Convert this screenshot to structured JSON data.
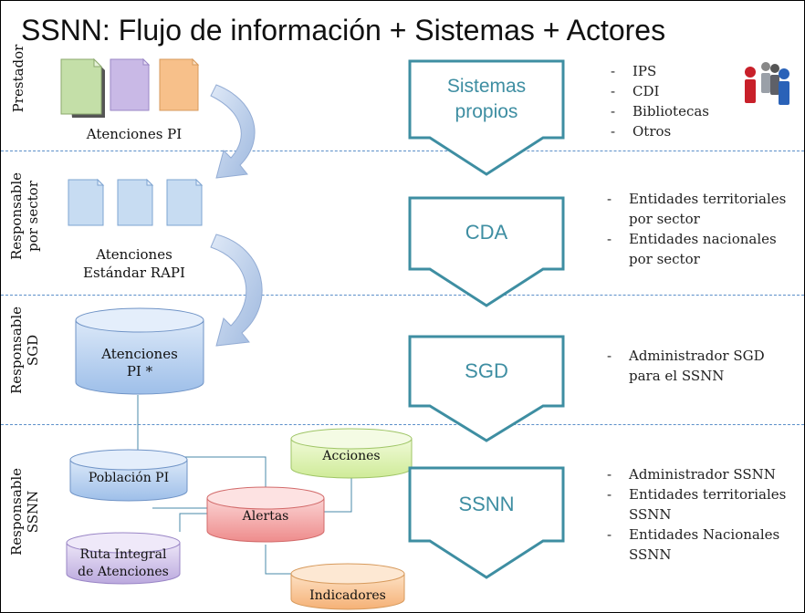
{
  "title": "SSNN: Flujo de información + Sistemas + Actores",
  "lanes": {
    "prestador": "Prestador",
    "sector_line1": "Responsable",
    "sector_line2": "por sector",
    "sgd_line1": "Responsable",
    "sgd_line2": "SGD",
    "ssnn_line1": "Responsable",
    "ssnn_line2": "SSNN"
  },
  "docs": {
    "atenciones_pi": "Atenciones PI",
    "estandar_line1": "Atenciones",
    "estandar_line2": "Estándar RAPI"
  },
  "databases": {
    "atenciones_line1": "Atenciones",
    "atenciones_line2": "PI *",
    "poblacion": "Población PI",
    "alertas": "Alertas",
    "acciones": "Acciones",
    "ruta_line1": "Ruta Integral",
    "ruta_line2": "de Atenciones",
    "indicadores": "Indicadores"
  },
  "flow": {
    "sistemas_line1": "Sistemas",
    "sistemas_line2": "propios",
    "cda": "CDA",
    "sgd": "SGD",
    "ssnn": "SSNN"
  },
  "bullets": {
    "sistemas": [
      "IPS",
      "CDI",
      "Bibliotecas",
      "Otros"
    ],
    "cda": [
      "Entidades territoriales\npor sector",
      "Entidades nacionales\npor sector"
    ],
    "sgd": [
      "Administrador SGD\npara el SSNN"
    ],
    "ssnn": [
      "Administrador SSNN",
      "Entidades territoriales\nSSNN",
      "Entidades Nacionales\nSSNN"
    ],
    "dash": "-"
  },
  "icons": {
    "people": "people-group-icon"
  },
  "colors": {
    "teal": "#3e8ea2",
    "separator": "#5b8fc9",
    "doc_green": "#c4dfa8",
    "doc_purple": "#c9b9e6",
    "doc_orange": "#f7c08a",
    "doc_blue": "#c7dcf2",
    "cyl_blue": "#a9c6ec",
    "cyl_red": "#f29a9a",
    "cyl_green": "#d6efa8",
    "cyl_purple": "#c7b7e3",
    "cyl_orange": "#f7bf8a"
  }
}
